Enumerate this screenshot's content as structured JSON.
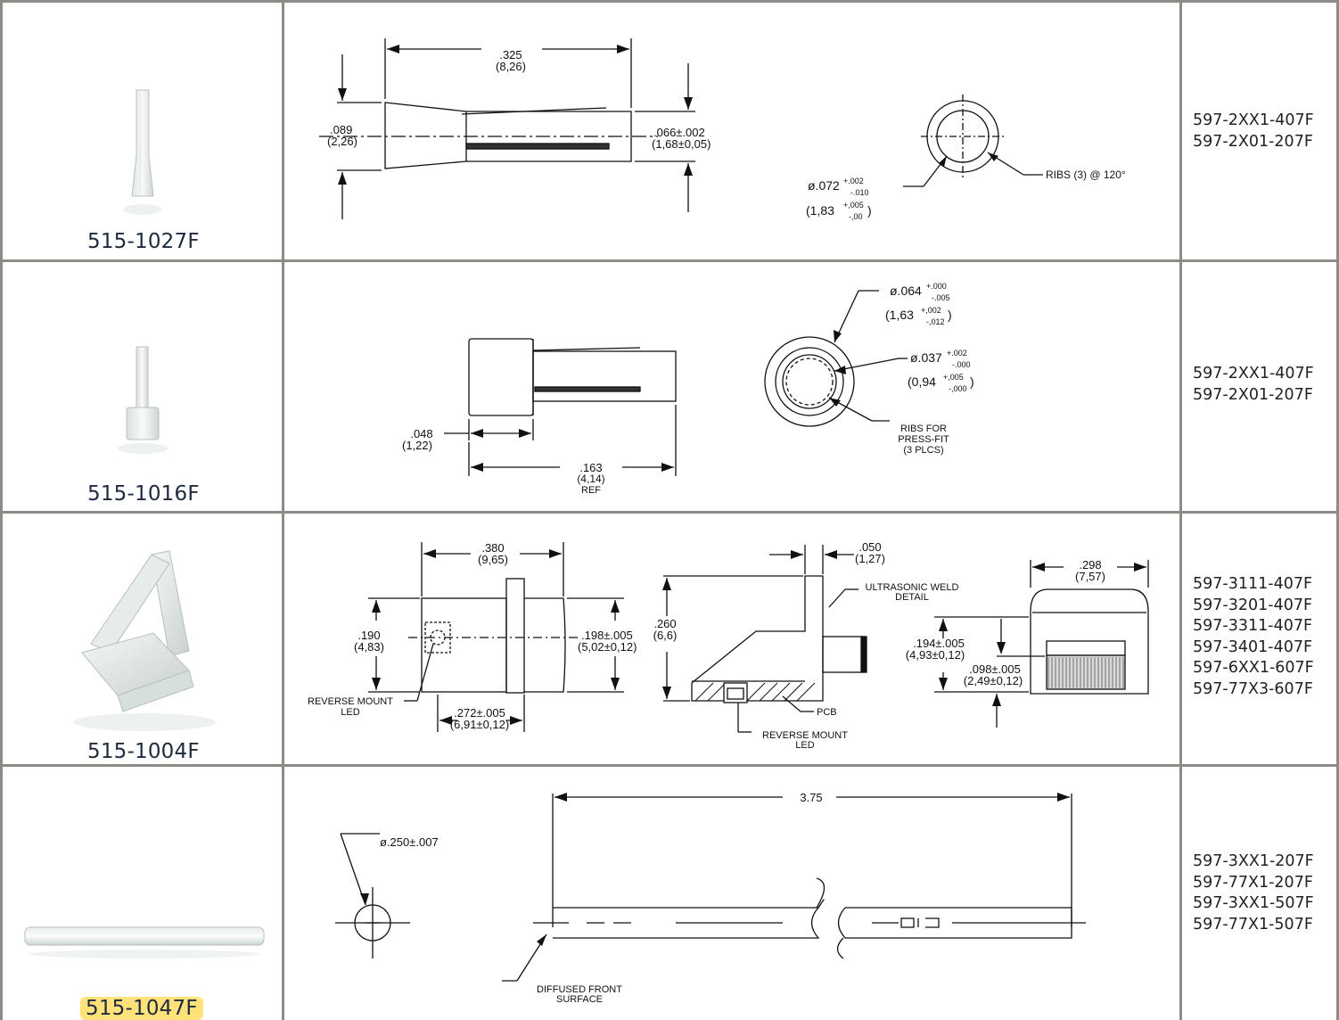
{
  "rows": [
    {
      "part_number": "515-1027F",
      "compatible_parts": [
        "597-2XX1-407F",
        "597-2X01-207F"
      ],
      "dims": {
        "length_in": ".325",
        "length_mm": "(8,26)",
        "height_in": ".089",
        "height_mm": "(2,26)",
        "bore_in": ".066±.002",
        "bore_mm": "(1,68±0,05)",
        "dia_in": "ø.072",
        "dia_tol_plus": "+.002",
        "dia_tol_minus": "-.010",
        "dia_mm": "(1,83",
        "dia_mm_plus": "+,005",
        "dia_mm_minus": "-,00",
        "dia_mm_close": ")",
        "ribs": "RIBS (3) @ 120°"
      }
    },
    {
      "part_number": "515-1016F",
      "compatible_parts": [
        "597-2XX1-407F",
        "597-2X01-207F"
      ],
      "dims": {
        "outer_in": "ø.064",
        "outer_plus": "+.000",
        "outer_minus": "-.005",
        "outer_mm": "(1,63",
        "outer_mm_plus": "+,002",
        "outer_mm_minus": "-,012",
        "outer_mm_close": ")",
        "inner_in": "ø.037",
        "inner_plus": "+.002",
        "inner_minus": "-.000",
        "inner_mm": "(0,94",
        "inner_mm_plus": "+,005",
        "inner_mm_minus": "-,000",
        "inner_mm_close": ")",
        "flange_in": ".048",
        "flange_mm": "(1,22)",
        "length_in": ".163",
        "length_mm": "(4,14)",
        "length_ref": "REF",
        "ribs_1": "RIBS FOR",
        "ribs_2": "PRESS-FIT",
        "ribs_3": "(3 PLCS)"
      }
    },
    {
      "part_number": "515-1004F",
      "compatible_parts": [
        "597-3111-407F",
        "597-3201-407F",
        "597-3311-407F",
        "597-3401-407F",
        "597-6XX1-607F",
        "597-77X3-607F"
      ],
      "dims": {
        "len_in": ".380",
        "len_mm": "(9,65)",
        "h_in": ".190",
        "h_mm": "(4,83)",
        "face_in": ".198±.005",
        "face_mm": "(5,02±0,12)",
        "led_off_in": ".272±.005",
        "led_off_mm": "(6,91±0,12)",
        "rev_led_1": "REVERSE MOUNT",
        "rev_led_2": "LED",
        "t_in": ".050",
        "t_mm": "(1,27)",
        "tot_in": ".260",
        "tot_mm": "(6,6)",
        "weld_1": "ULTRASONIC WELD",
        "weld_2": "DETAIL",
        "pcb": "PCB",
        "rev_led_b1": "REVERSE MOUNT",
        "rev_led_b2": "LED",
        "w_in": ".298",
        "w_mm": "(7,57)",
        "h2_in": ".194±.005",
        "h2_mm": "(4,93±0,12)",
        "h3_in": ".098±.005",
        "h3_mm": "(2,49±0,12)"
      }
    },
    {
      "part_number": "515-1047F",
      "compatible_parts": [
        "597-3XX1-207F",
        "597-77X1-207F",
        "597-3XX1-507F",
        "597-77X1-507F"
      ],
      "dims": {
        "dia": "ø.250±.007",
        "length": "3.75",
        "diffused_1": "DIFFUSED FRONT",
        "diffused_2": "SURFACE"
      }
    }
  ],
  "colors": {
    "grid": "#8c8c84",
    "part_number": "#1e2a3e",
    "highlight": "#ffe27a"
  }
}
